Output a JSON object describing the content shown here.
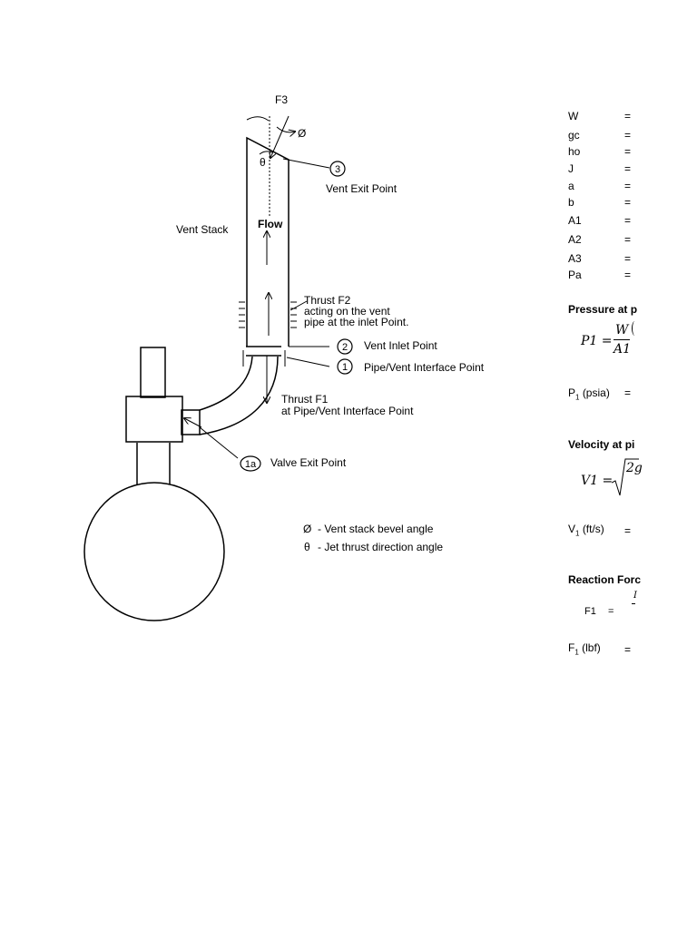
{
  "diagram": {
    "labels": {
      "f3": "F3",
      "phi_top": "Ø",
      "theta": "θ",
      "vent_exit_point": "Vent Exit Point",
      "vent_stack": "Vent Stack",
      "flow": "Flow",
      "thrust_f2_line1": "Thrust F2",
      "thrust_f2_line2": "acting on the vent",
      "thrust_f2_line3": "pipe at the inlet Point.",
      "vent_inlet_point": "Vent Inlet Point",
      "pipe_vent_interface_point": "Pipe/Vent Interface Point",
      "thrust_f1_line1": "Thrust F1",
      "thrust_f1_line2": "at Pipe/Vent Interface Point",
      "valve_exit_point": "Valve Exit Point",
      "legend_phi_symbol": "Ø",
      "legend_phi_text": "- Vent stack bevel angle",
      "legend_theta_symbol": "θ",
      "legend_theta_text": "- Jet thrust direction angle"
    },
    "callouts": {
      "c3": "3",
      "c2": "2",
      "c1": "1",
      "c1a": "1a"
    }
  },
  "sheet": {
    "variables": [
      {
        "name": "W",
        "eq": "="
      },
      {
        "name": "gc",
        "eq": "="
      },
      {
        "name": "ho",
        "eq": "="
      },
      {
        "name": "J",
        "eq": "="
      },
      {
        "name": "a",
        "eq": "="
      },
      {
        "name": "b",
        "eq": "="
      },
      {
        "name": "A1",
        "eq": "="
      },
      {
        "name": "A2",
        "eq": "="
      },
      {
        "name": "A3",
        "eq": "="
      },
      {
        "name": "Pa",
        "eq": "="
      }
    ],
    "pressure": {
      "heading": "Pressure at p",
      "formula_lhs": "P1 =",
      "formula_num": "W",
      "formula_den": "A1",
      "result_label_main": "P",
      "result_label_sub": "1",
      "result_label_unit": "(psia)",
      "result_eq": "="
    },
    "velocity": {
      "heading": "Velocity at pi",
      "formula_lhs": "V1 =",
      "formula_rad": "2g",
      "result_label_main": "V",
      "result_label_sub": "1",
      "result_label_unit": "(ft/s)",
      "result_eq": "="
    },
    "reaction": {
      "heading": "Reaction Forc",
      "formula_lhs": "F1",
      "formula_eq": "=",
      "result_label_main": "F",
      "result_label_sub": "1",
      "result_label_unit": "(lbf)",
      "result_eq": "="
    }
  }
}
